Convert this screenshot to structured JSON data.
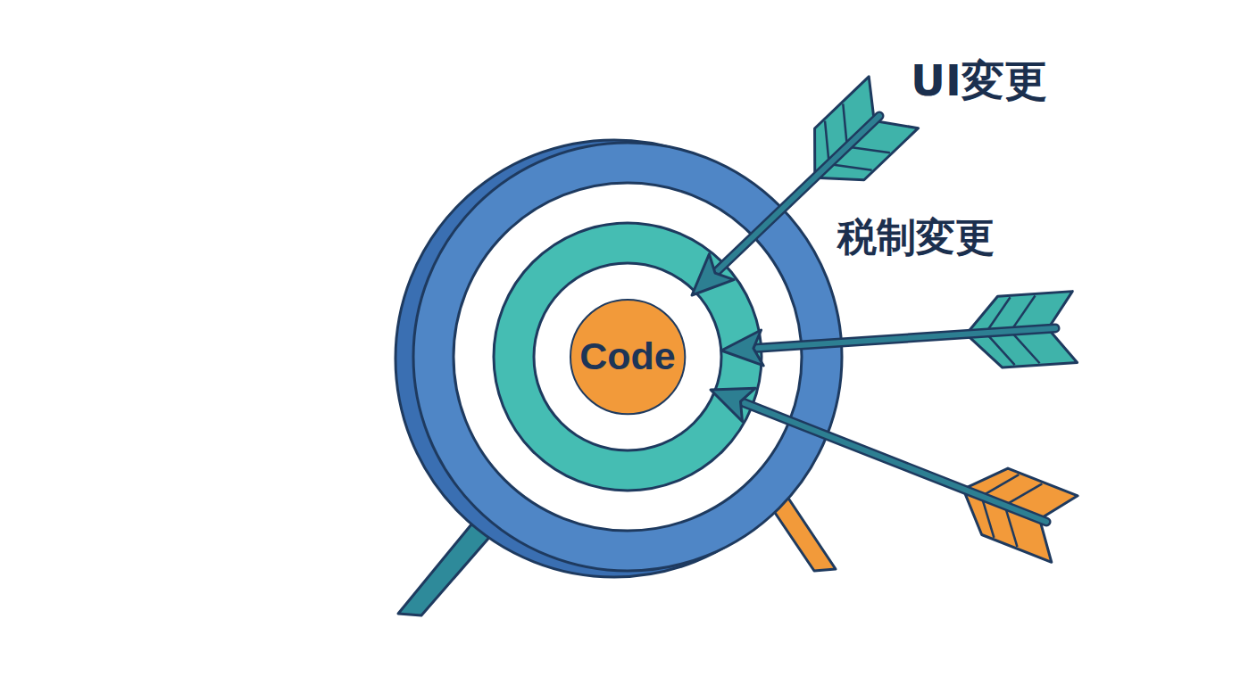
{
  "diagram": {
    "nodes": [
      {
        "text": [
          "Code"
        ]
      }
    ],
    "labels": [
      "UI変更",
      "税制変更"
    ]
  }
}
